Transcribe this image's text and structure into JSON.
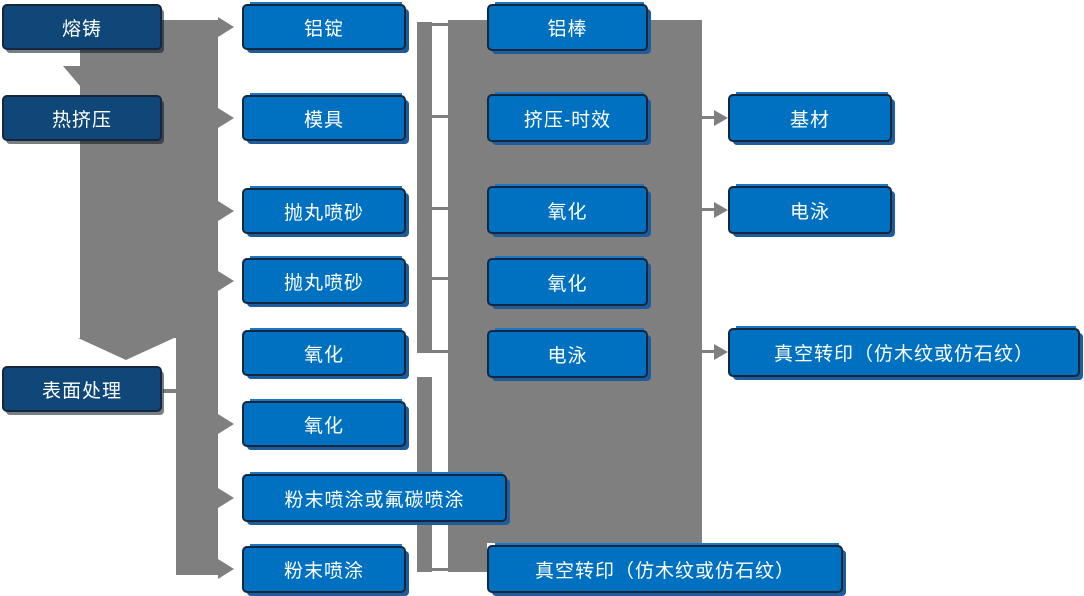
{
  "colors": {
    "node_fill": "#0070C0",
    "node_fill_dark": "#0F4878",
    "node_border": "#16273D",
    "connector": "#7F7F7F",
    "text": "#FFFFFF",
    "shadow_blue": "#1E5C9E",
    "accent_blue": "#1B77C8"
  },
  "nodes": {
    "melting": {
      "label": "熔铸"
    },
    "hot_extrusion": {
      "label": "热挤压"
    },
    "surface_treatment": {
      "label": "表面处理"
    },
    "aluminum_ingot": {
      "label": "铝锭"
    },
    "mold": {
      "label": "模具"
    },
    "shot_blasting_1": {
      "label": "抛丸喷砂"
    },
    "shot_blasting_2": {
      "label": "抛丸喷砂"
    },
    "oxidation_1": {
      "label": "氧化"
    },
    "oxidation_2": {
      "label": "氧化"
    },
    "powder_or_fluorocarbon": {
      "label": "粉末喷涂或氟碳喷涂"
    },
    "powder_coating": {
      "label": "粉末喷涂"
    },
    "aluminum_rod": {
      "label": "铝棒"
    },
    "extrusion_aging": {
      "label": "挤压-时效"
    },
    "oxidation_3": {
      "label": "氧化"
    },
    "oxidation_4": {
      "label": "氧化"
    },
    "electrophoresis_1": {
      "label": "电泳"
    },
    "base_material": {
      "label": "基材"
    },
    "electrophoresis_2": {
      "label": "电泳"
    },
    "vacuum_transfer_1": {
      "label": "真空转印（仿木纹或仿石纹）"
    },
    "vacuum_transfer_2": {
      "label": "真空转印（仿木纹或仿石纹）"
    }
  }
}
